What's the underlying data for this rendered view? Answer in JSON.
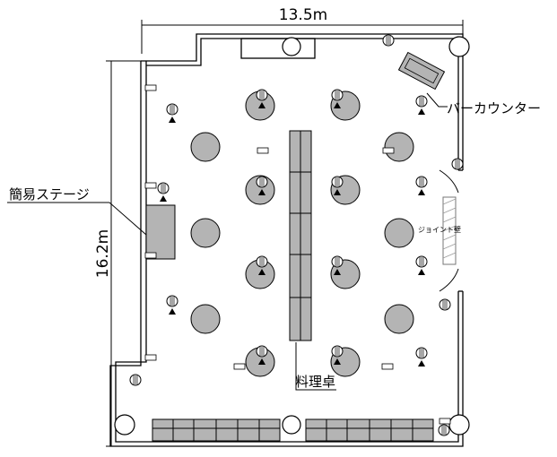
{
  "dimensions": {
    "width_label": "13.5m",
    "height_label": "16.2m"
  },
  "labels": {
    "bar_counter": "バーカウンター",
    "stage": "簡易ステージ",
    "food_table": "料理卓",
    "partition": "ジョイント壁"
  },
  "colors": {
    "table_fill": "#b4b4b4",
    "line": "#000000",
    "background": "#ffffff"
  }
}
